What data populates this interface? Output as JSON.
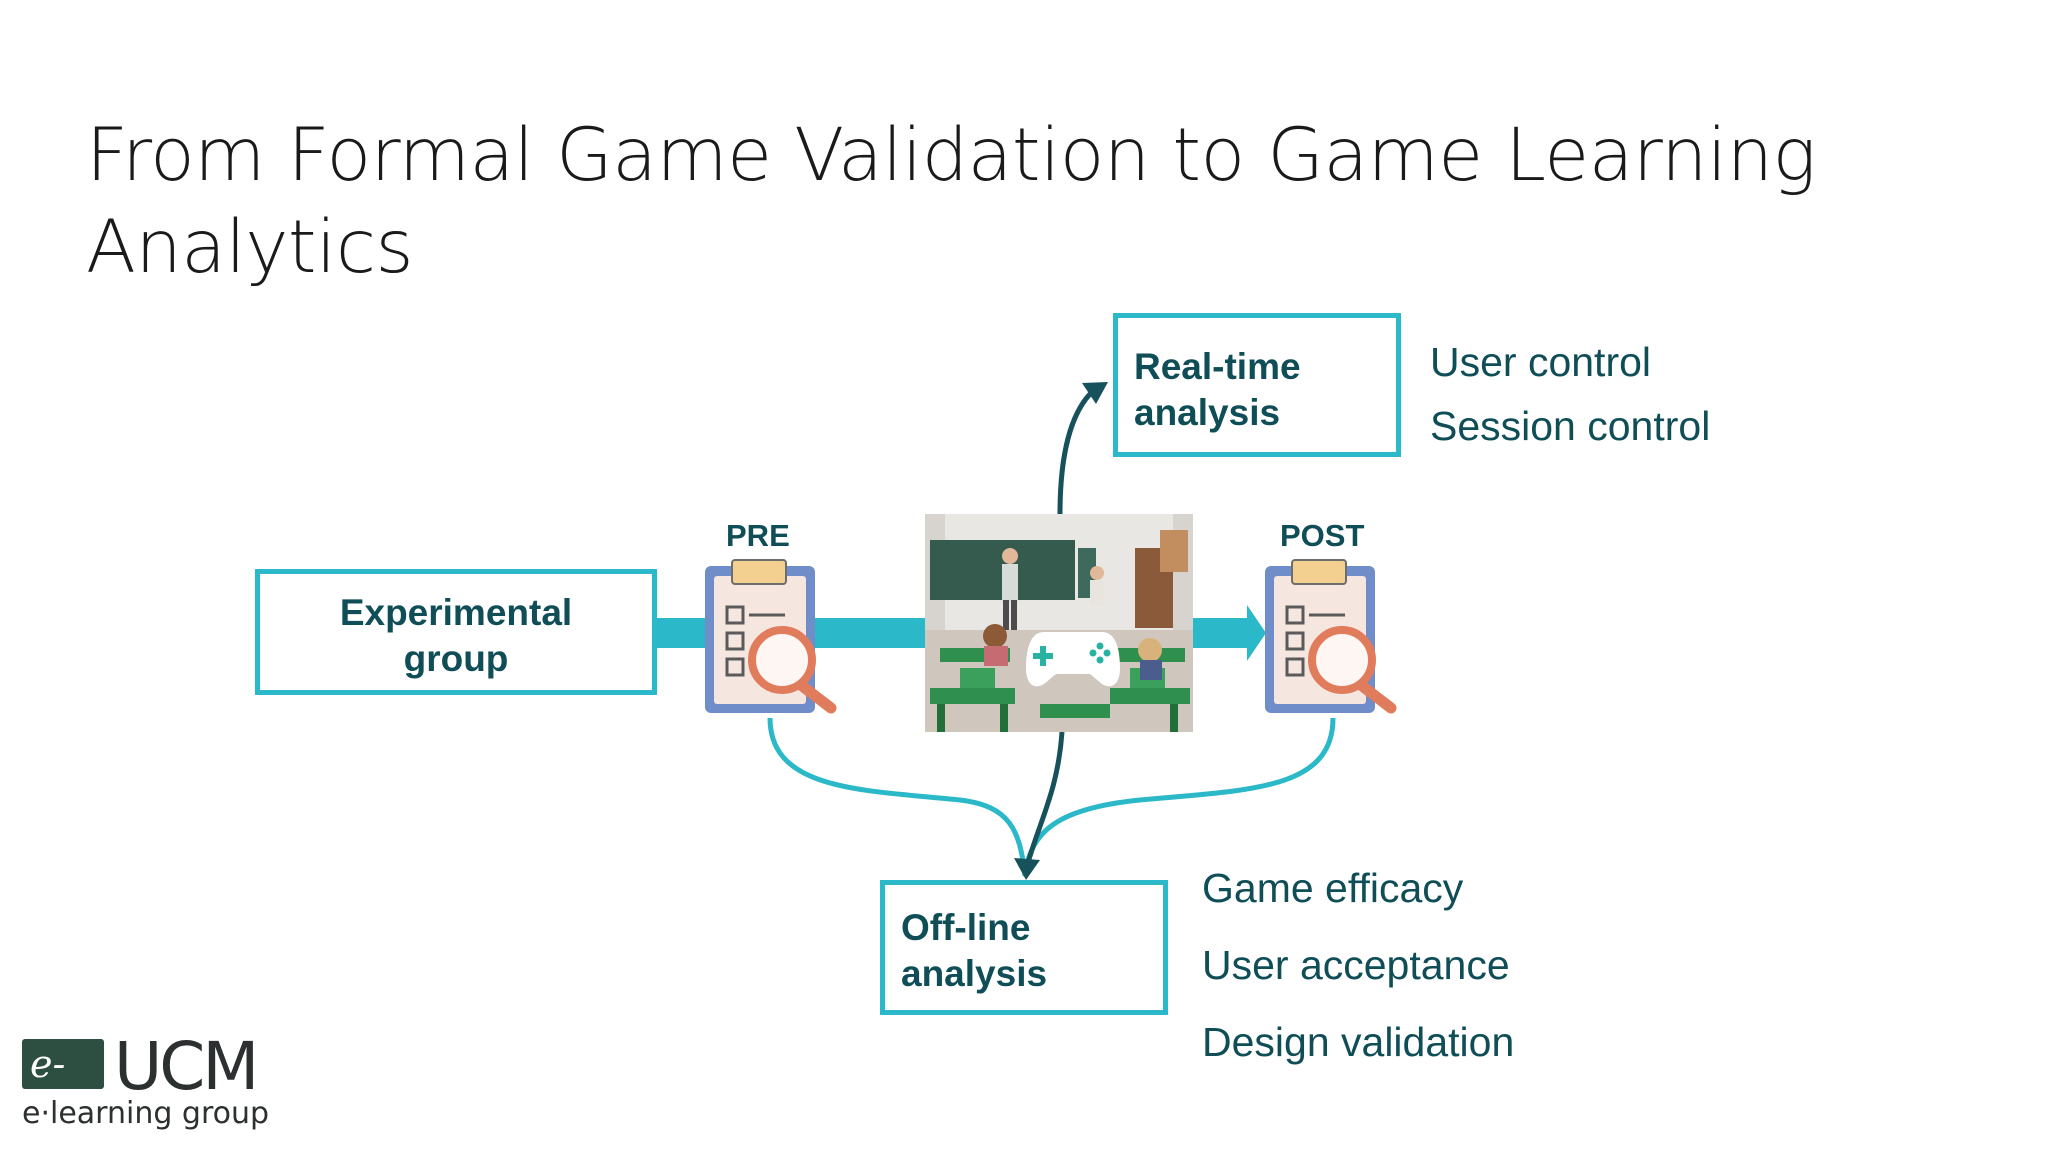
{
  "slide": {
    "title_line1": "From Formal Game Validation to Game Learning",
    "title_line2": "Analytics"
  },
  "diagram": {
    "experimental_group": {
      "line1": "Experimental",
      "line2": "group"
    },
    "pre_label": "PRE",
    "post_label": "POST",
    "realtime_box": {
      "line1": "Real-time",
      "line2": "analysis"
    },
    "realtime_notes": [
      "User control",
      "Session control"
    ],
    "offline_box": {
      "line1": "Off-line",
      "line2": "analysis"
    },
    "offline_notes": [
      "Game efficacy",
      "User acceptance",
      "Design validation"
    ]
  },
  "logo": {
    "mark": "e-",
    "name": "UCM",
    "subtitle": "e·learning group"
  },
  "colors": {
    "accent": "#2bb8c8",
    "dark_teal": "#0f4d57",
    "arrow_dark": "#17525c",
    "clipboard": "#6f8ec9",
    "magnifier": "#e07b5c"
  },
  "icons": [
    "clipboard-search-icon",
    "gamepad-icon",
    "classroom-image"
  ]
}
